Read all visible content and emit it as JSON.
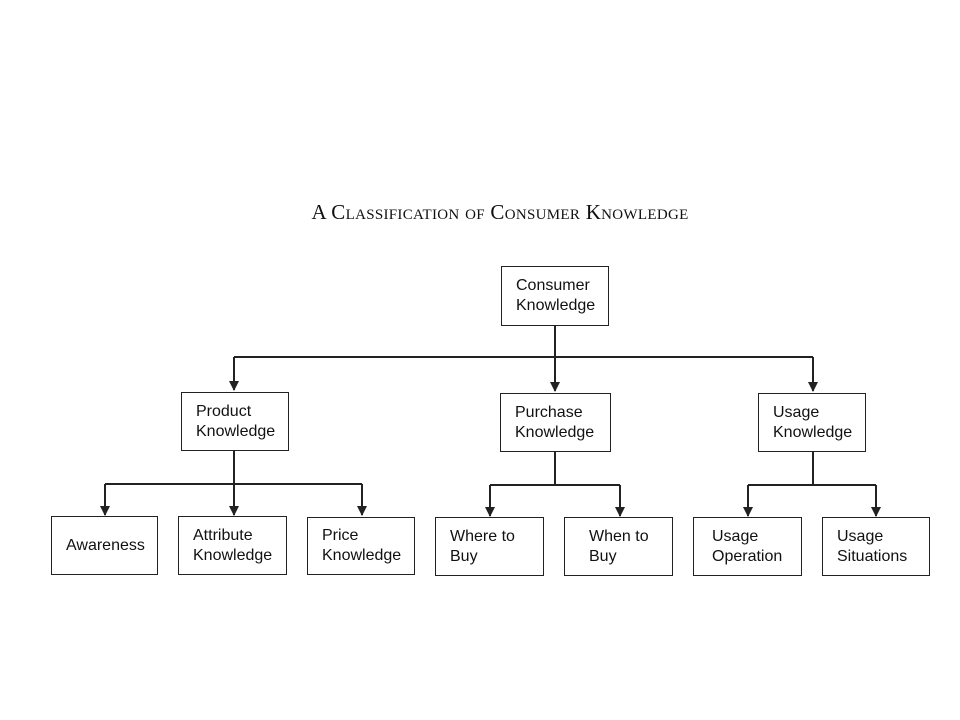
{
  "title": "A Classification of Consumer Knowledge",
  "nodes": {
    "root": "Consumer\nKnowledge",
    "product": "Product\nKnowledge",
    "purchase": "Purchase\nKnowledge",
    "usage": "Usage\nKnowledge",
    "awareness": "Awareness",
    "attribute": "Attribute\nKnowledge",
    "price": "Price\nKnowledge",
    "where": "Where to\nBuy",
    "when": "When to\nBuy",
    "usage_operation": "Usage\nOperation",
    "usage_situations": "Usage\nSituations"
  },
  "colors": {
    "line": "#222222",
    "text": "#111111",
    "background": "#ffffff"
  }
}
